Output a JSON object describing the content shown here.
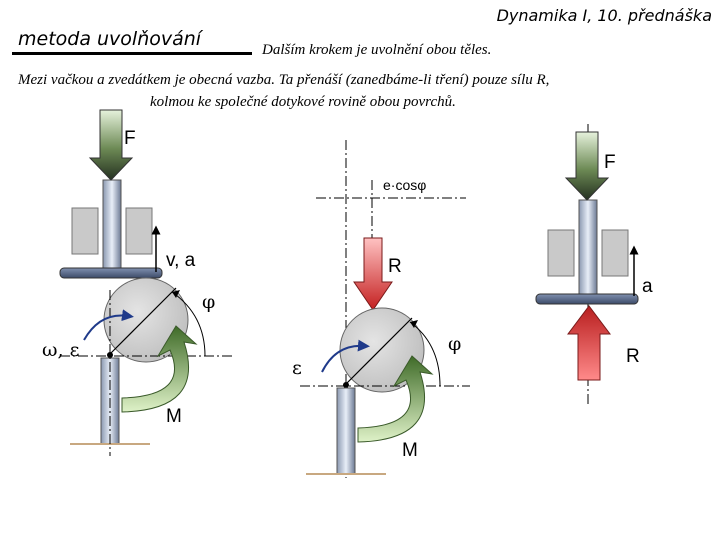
{
  "header": {
    "course": "Dynamika I, 10. přednáška",
    "method": "metoda uvolňování",
    "line1": "Dalším krokem je uvolnění obou těles.",
    "line2": "Mezi vačkou a zvedátkem je obecná vazba. Ta přenáší (zanedbáme-li tření) pouze sílu R,",
    "line2b": "kolmou ke společné dotykové rovině obou povrchů."
  },
  "diagram": {
    "left": {
      "F": "F",
      "va": "v, a",
      "phi": "φ",
      "omega_eps": "ω, ε",
      "M": "M"
    },
    "middle": {
      "ecos": "e·cosφ",
      "R": "R",
      "phi": "φ",
      "eps": "ε",
      "M": "M"
    },
    "right": {
      "F": "F",
      "a": "a",
      "R": "R"
    }
  },
  "colors": {
    "force_arrow_dark": "#3a4a30",
    "force_arrow_light": "#a8d87a",
    "reaction_arrow_red": "#d93030",
    "cam_gray": "#c9c9c9",
    "plate_blue": "#5a6a8a",
    "curve_blue": "#1f3a8a"
  }
}
